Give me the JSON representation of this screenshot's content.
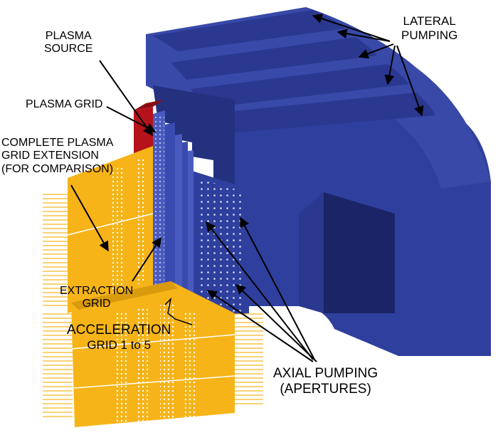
{
  "labels": {
    "plasma_source": [
      "PLASMA",
      "SOURCE"
    ],
    "lateral_pumping": [
      "LATERAL",
      "PUMPING"
    ],
    "plasma_grid": "PLASMA GRID",
    "complete_extension": [
      "COMPLETE PLASMA",
      "GRID EXTENSION",
      "(FOR COMPARISON)"
    ],
    "extraction_grid": [
      "EXTRACTION",
      "GRID"
    ],
    "acceleration_grid": [
      "ACCELERATION",
      "GRID 1 to 5"
    ],
    "axial_pumping": [
      "AXIAL PUMPING",
      "(APERTURES)"
    ]
  },
  "colors": {
    "pump_body": "#2f3f9e",
    "pump_dark": "#1f2a73",
    "pump_shadow": "#161e55",
    "grid_orange": "#f6b418",
    "grid_orange_dark": "#d99a0e",
    "plasma_red": "#b5121b"
  }
}
